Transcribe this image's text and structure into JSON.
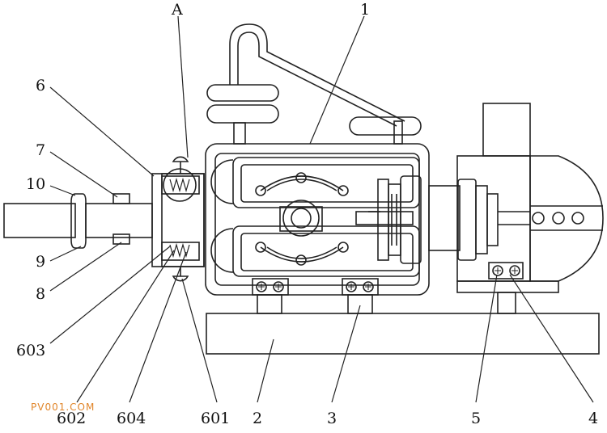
{
  "diagram": {
    "labels": {
      "l1": "1",
      "l2": "2",
      "l3": "3",
      "l4": "4",
      "l5": "5",
      "l6": "6",
      "l7": "7",
      "l8": "8",
      "l9": "9",
      "l10": "10",
      "lA": "A",
      "l601": "601",
      "l602": "602",
      "l603": "603",
      "l604": "604"
    },
    "watermark": "PV001.COM"
  },
  "colors": {
    "line": "#222222",
    "watermark": "#e1862b",
    "background": "#ffffff"
  }
}
